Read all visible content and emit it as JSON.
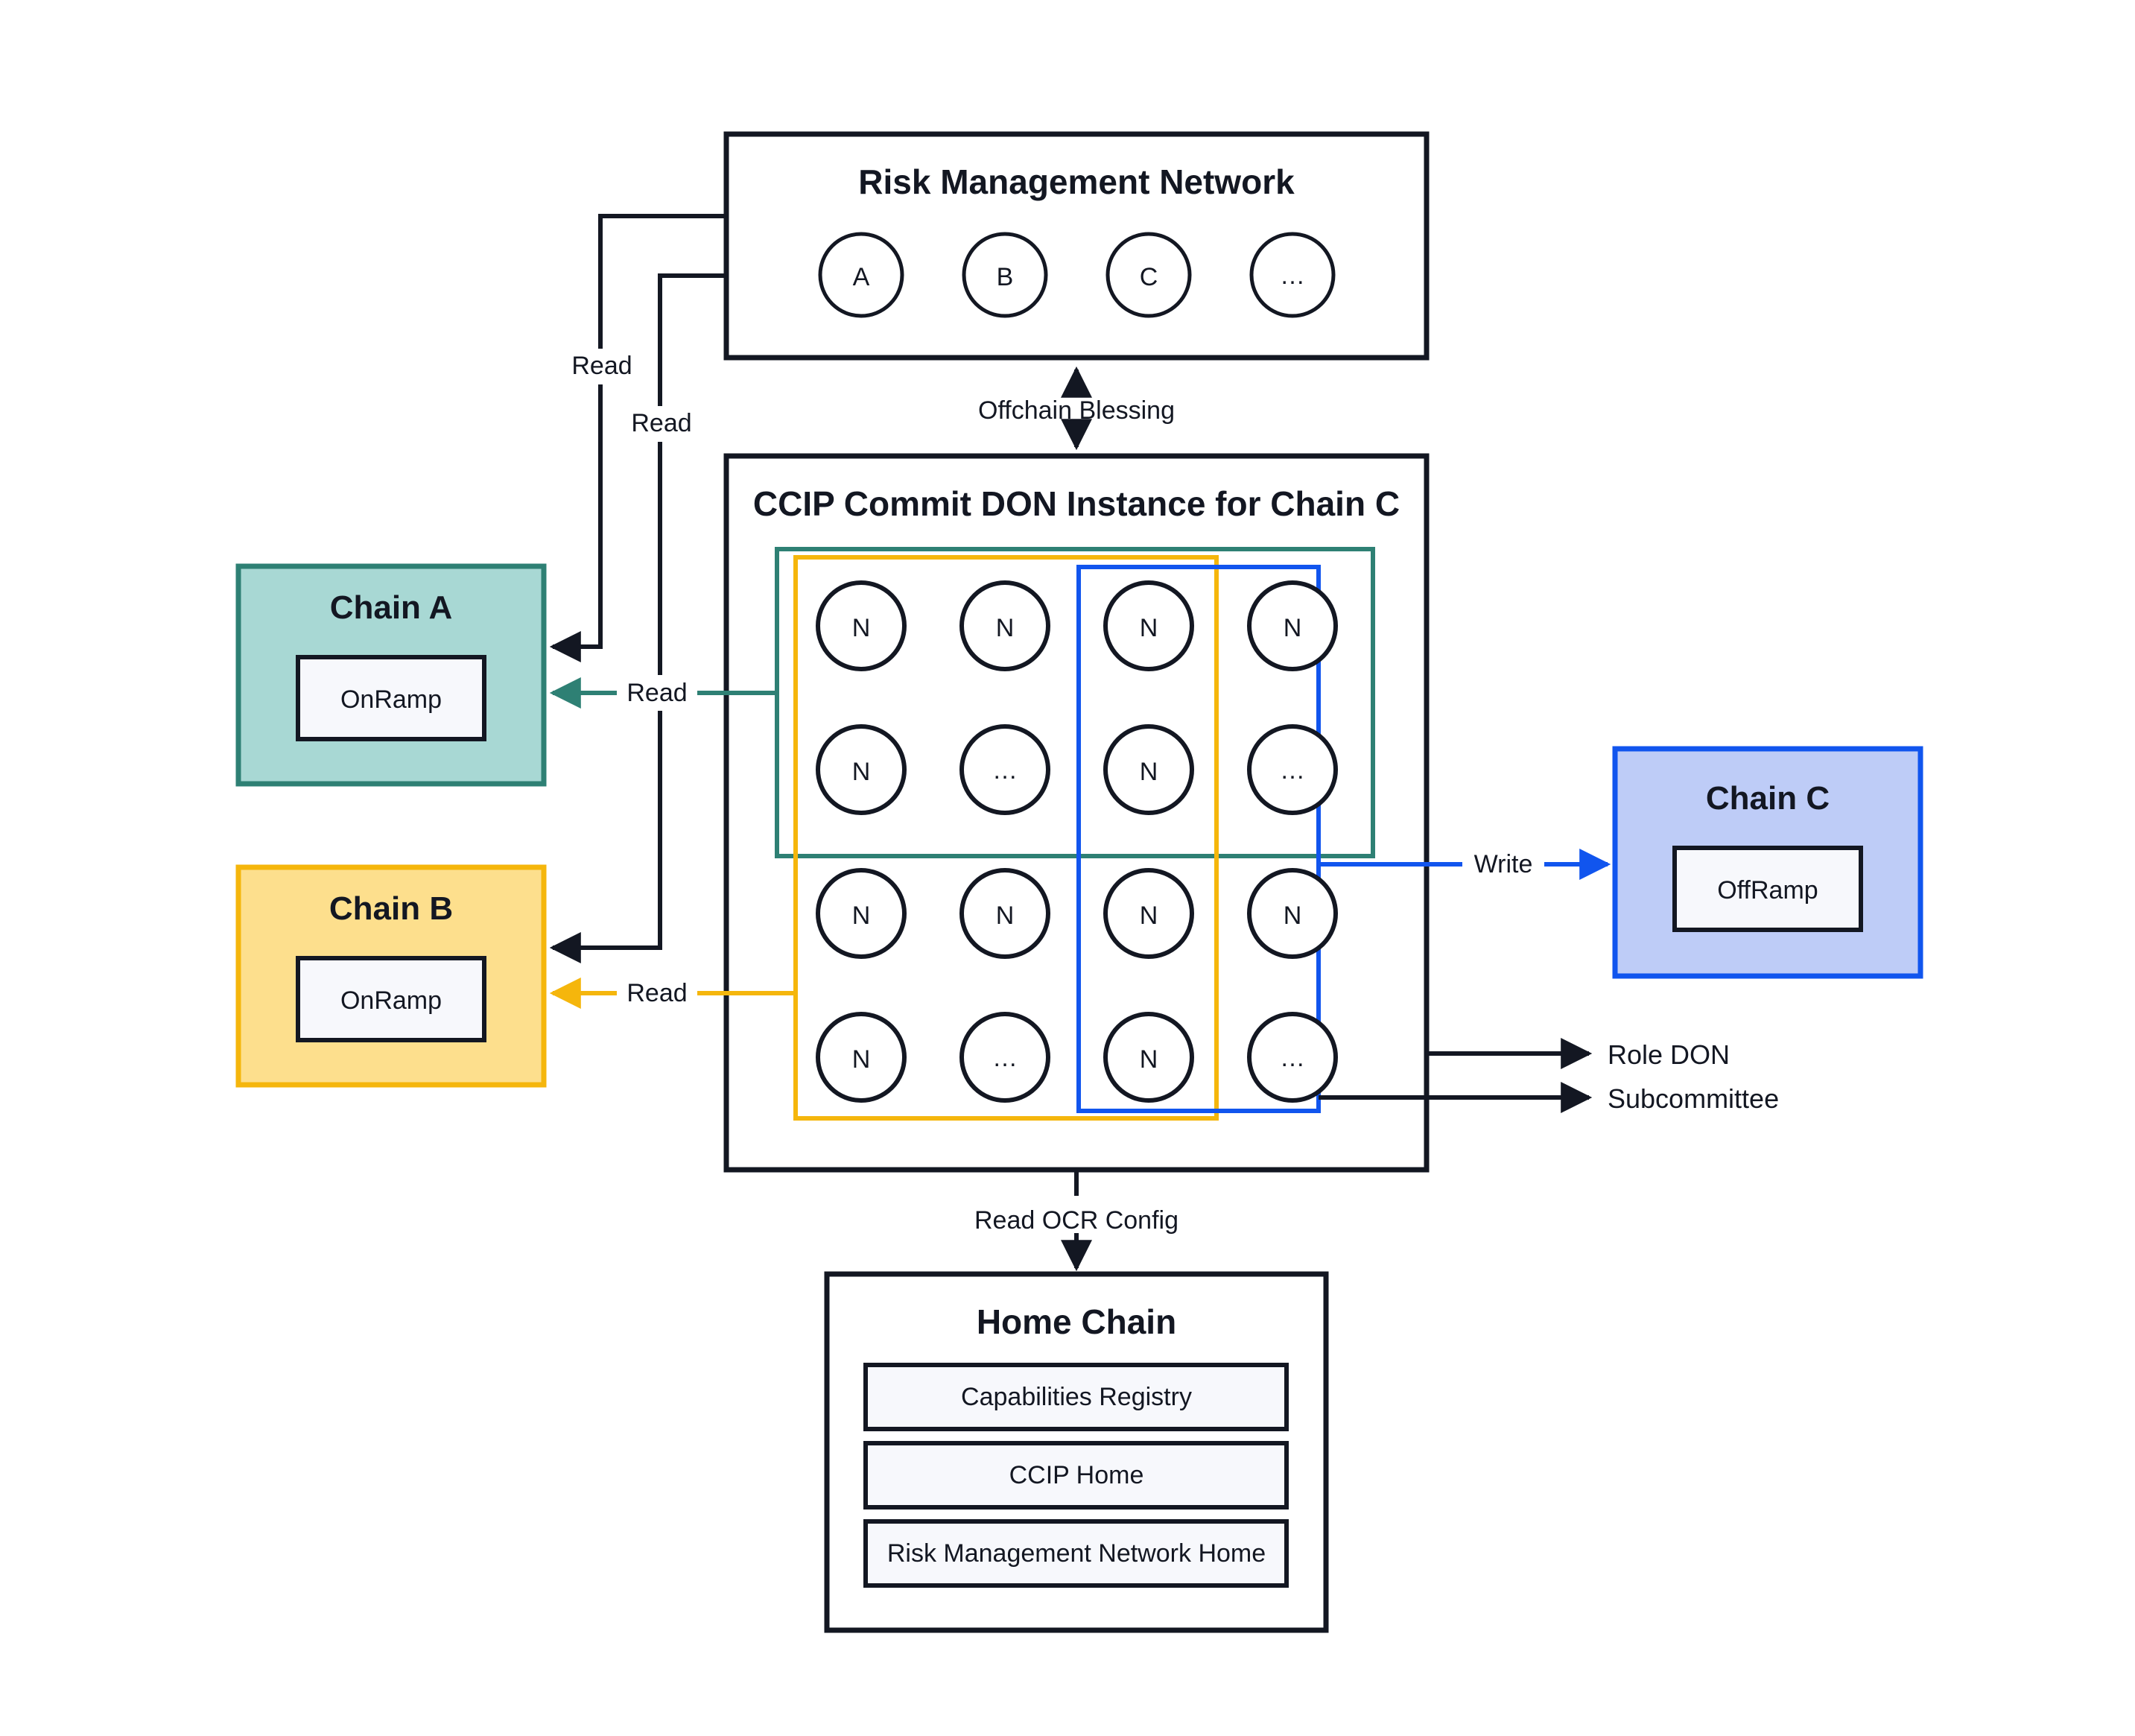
{
  "diagram": {
    "title": "CCIP Commit DON Instance architecture",
    "background": "#ffffff",
    "colors": {
      "stroke_dark": "#131722",
      "teal": "#2E8074",
      "teal_fill": "#A8D8D4",
      "amber": "#F5B60C",
      "amber_fill": "#FDDF8D",
      "blue": "#1155EE",
      "blue_fill": "#BECCF7",
      "inner_box_fill": "#F7F8FC",
      "white": "#FFFFFF"
    }
  },
  "risk_management_network": {
    "title": "Risk Management Network",
    "nodes": [
      "A",
      "B",
      "C",
      "…"
    ]
  },
  "commit_don": {
    "title": "CCIP Commit DON Instance for Chain C",
    "node_label": "N",
    "ellipsis_label": "…",
    "grid": [
      [
        "N",
        "N",
        "N",
        "N"
      ],
      [
        "N",
        "…",
        "N",
        "…"
      ],
      [
        "N",
        "N",
        "N",
        "N"
      ],
      [
        "N",
        "…",
        "N",
        "…"
      ]
    ]
  },
  "chain_a": {
    "title": "Chain A",
    "inner": "OnRamp"
  },
  "chain_b": {
    "title": "Chain B",
    "inner": "OnRamp"
  },
  "chain_c": {
    "title": "Chain C",
    "inner": "OffRamp"
  },
  "home_chain": {
    "title": "Home Chain",
    "items": [
      "Capabilities Registry",
      "CCIP Home",
      "Risk Management Network Home"
    ]
  },
  "edges": {
    "offchain_blessing": "Offchain Blessing",
    "read_rmn_to_a": "Read",
    "read_rmn_to_b": "Read",
    "read_don_to_a": "Read",
    "read_don_to_b": "Read",
    "write_don_to_c": "Write",
    "read_ocr_config": "Read OCR Config"
  },
  "legend": {
    "role_don": "Role DON",
    "subcommittee": "Subcommittee"
  }
}
